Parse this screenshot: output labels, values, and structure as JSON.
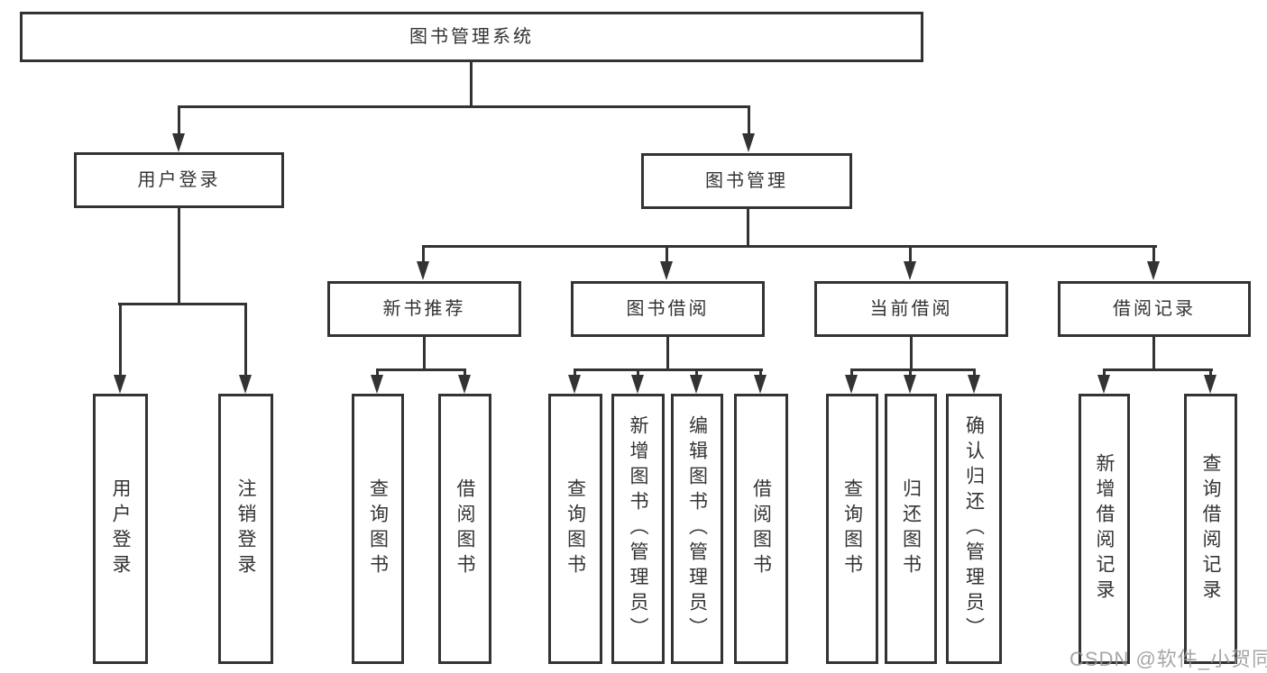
{
  "tree": {
    "root": "图书管理系统",
    "branches": [
      {
        "label": "用户登录",
        "children": [
          "用户登录",
          "注销登录"
        ]
      },
      {
        "label": "图书管理",
        "sections": [
          {
            "label": "新书推荐",
            "children": [
              "查询图书",
              "借阅图书"
            ]
          },
          {
            "label": "图书借阅",
            "children": [
              "查询图书",
              "新增图书（管理员）",
              "编辑图书（管理员）",
              "借阅图书"
            ]
          },
          {
            "label": "当前借阅",
            "children": [
              "查询图书",
              "归还图书",
              "确认归还（管理员）"
            ]
          },
          {
            "label": "借阅记录",
            "children": [
              "新增借阅记录",
              "查询借阅记录"
            ]
          }
        ]
      }
    ]
  },
  "watermark": "CSDN @软件_小贺同学",
  "colors": {
    "line": "#333333",
    "text": "#333333",
    "background": "#ffffff",
    "watermark": "#969696"
  }
}
